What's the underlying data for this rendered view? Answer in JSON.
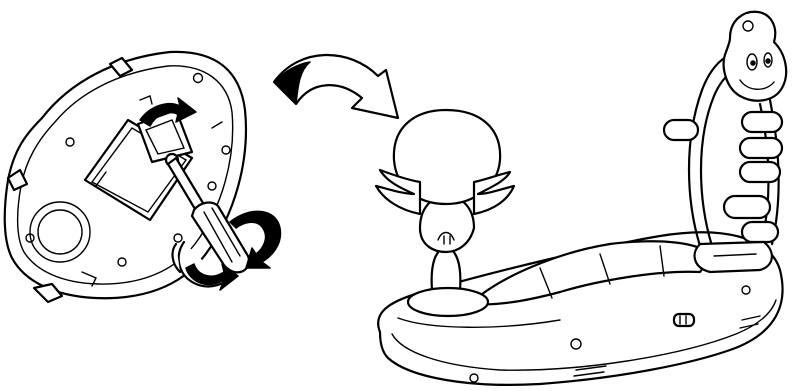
{
  "figure": {
    "left_panel_icon": "toy-underside-screwdriver",
    "middle_icon": "curved-arrow-flip",
    "right_panel_icon": "assembled-toy-boat"
  },
  "colors": {
    "line": "#000000",
    "fill": "#ffffff"
  }
}
